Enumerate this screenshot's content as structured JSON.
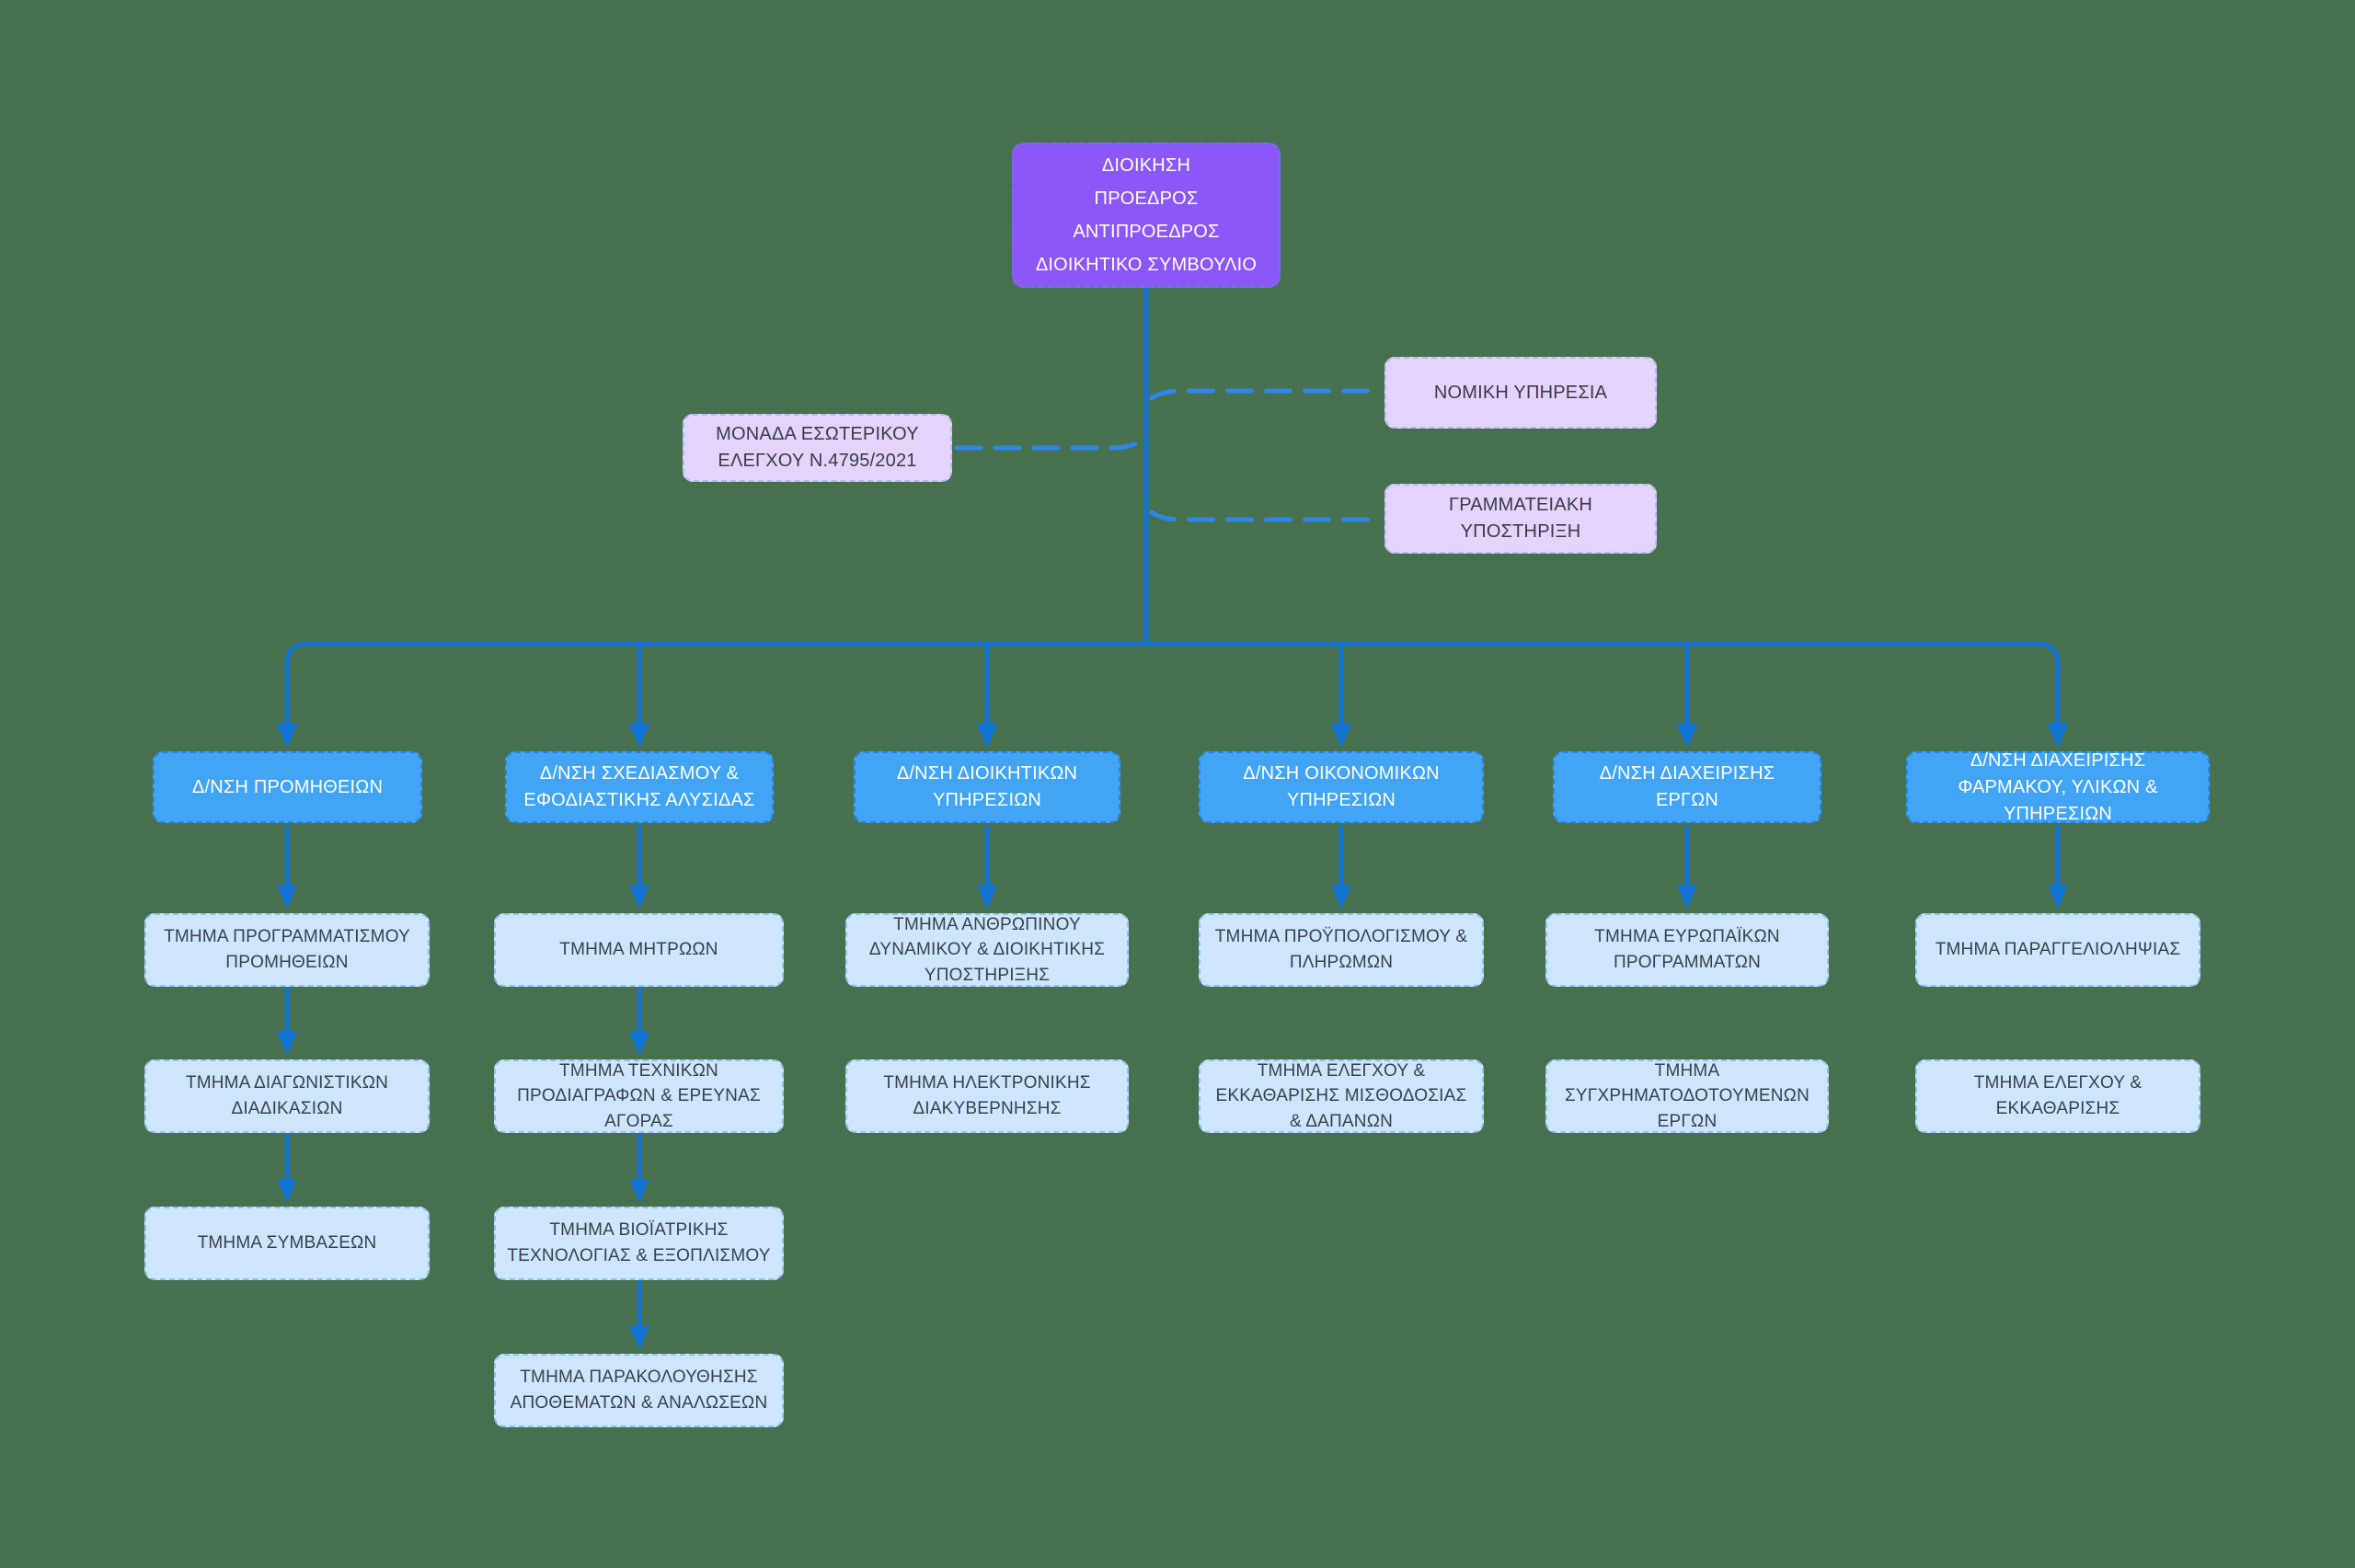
{
  "title": "Οργανόγραμμα",
  "colors": {
    "background": "#47714e",
    "root_box": "#8b57f6",
    "staff_box": "#e4d3fa",
    "directorate_box": "#41a4f5",
    "department_box": "#cde6fc",
    "connector_solid": "#1273d4",
    "connector_dashed": "#2e86e8",
    "root_text": "#ffffff",
    "dark_text": "#39414c"
  },
  "root": {
    "label": "ΔΙΟΙΚΗΣΗ\nΠΡΟΕΔΡΟΣ\nΑΝΤΙΠΡΟΕΔΡΟΣ\nΔΙΟΙΚΗΤΙΚΟ ΣΥΜΒΟΥΛΙΟ"
  },
  "staff_units": {
    "internal_audit": {
      "label": "ΜΟΝΑΔΑ ΕΣΩΤΕΡΙΚΟΥ ΕΛΕΓΧΟΥ Ν.4795/2021"
    },
    "legal": {
      "label": "ΝΟΜΙΚΗ ΥΠΗΡΕΣΙΑ"
    },
    "secretariat": {
      "label": "ΓΡΑΜΜΑΤΕΙΑΚΗ ΥΠΟΣΤΗΡΙΞΗ"
    }
  },
  "directorates": [
    {
      "label": "Δ/ΝΣΗ ΠΡΟΜΗΘΕΙΩΝ",
      "departments": [
        "ΤΜΗΜΑ ΠΡΟΓΡΑΜΜΑΤΙΣΜΟΥ ΠΡΟΜΗΘΕΙΩΝ",
        "ΤΜΗΜΑ ΔΙΑΓΩΝΙΣΤΙΚΩΝ ΔΙΑΔΙΚΑΣΙΩΝ",
        "ΤΜΗΜΑ ΣΥΜΒΑΣΕΩΝ"
      ]
    },
    {
      "label": "Δ/ΝΣΗ ΣΧΕΔΙΑΣΜΟΥ & ΕΦΟΔΙΑΣΤΙΚΗΣ ΑΛΥΣΙΔΑΣ",
      "departments": [
        "ΤΜΗΜΑ ΜΗΤΡΩΩΝ",
        "ΤΜΗΜΑ ΤΕΧΝΙΚΩΝ ΠΡΟΔΙΑΓΡΑΦΩΝ & ΕΡΕΥΝΑΣ ΑΓΟΡΑΣ",
        "ΤΜΗΜΑ ΒΙΟΪΑΤΡΙΚΗΣ ΤΕΧΝΟΛΟΓΙΑΣ & ΕΞΟΠΛΙΣΜΟΥ",
        "ΤΜΗΜΑ ΠΑΡΑΚΟΛΟΥΘΗΣΗΣ ΑΠΟΘΕΜΑΤΩΝ & ΑΝΑΛΩΣΕΩΝ"
      ]
    },
    {
      "label": "Δ/ΝΣΗ ΔΙΟΙΚΗΤΙΚΩΝ ΥΠΗΡΕΣΙΩΝ",
      "departments": [
        "ΤΜΗΜΑ ΑΝΘΡΩΠΙΝΟΥ ΔΥΝΑΜΙΚΟΥ & ΔΙΟΙΚΗΤΙΚΗΣ ΥΠΟΣΤΗΡΙΞΗΣ",
        "ΤΜΗΜΑ ΗΛΕΚΤΡΟΝΙΚΗΣ ΔΙΑΚΥΒΕΡΝΗΣΗΣ"
      ]
    },
    {
      "label": "Δ/ΝΣΗ ΟΙΚΟΝΟΜΙΚΩΝ ΥΠΗΡΕΣΙΩΝ",
      "departments": [
        "ΤΜΗΜΑ ΠΡΟΫΠΟΛΟΓΙΣΜΟΥ & ΠΛΗΡΩΜΩΝ",
        "ΤΜΗΜΑ ΕΛΕΓΧΟΥ & ΕΚΚΑΘΑΡΙΣΗΣ ΜΙΣΘΟΔΟΣΙΑΣ & ΔΑΠΑΝΩΝ"
      ]
    },
    {
      "label": "Δ/ΝΣΗ ΔΙΑΧΕΙΡΙΣΗΣ ΕΡΓΩΝ",
      "departments": [
        "ΤΜΗΜΑ ΕΥΡΩΠΑΪΚΩΝ ΠΡΟΓΡΑΜΜΑΤΩΝ",
        "ΤΜΗΜΑ ΣΥΓΧΡΗΜΑΤΟΔΟΤΟΥΜΕΝΩΝ ΕΡΓΩΝ"
      ]
    },
    {
      "label": "Δ/ΝΣΗ ΔΙΑΧΕΙΡΙΣΗΣ ΦΑΡΜΑΚΟΥ, ΥΛΙΚΩΝ & ΥΠΗΡΕΣΙΩΝ",
      "departments": [
        "ΤΜΗΜΑ ΠΑΡΑΓΓΕΛΙΟΛΗΨΙΑΣ",
        "ΤΜΗΜΑ ΕΛΕΓΧΟΥ & ΕΚΚΑΘΑΡΙΣΗΣ"
      ]
    }
  ]
}
